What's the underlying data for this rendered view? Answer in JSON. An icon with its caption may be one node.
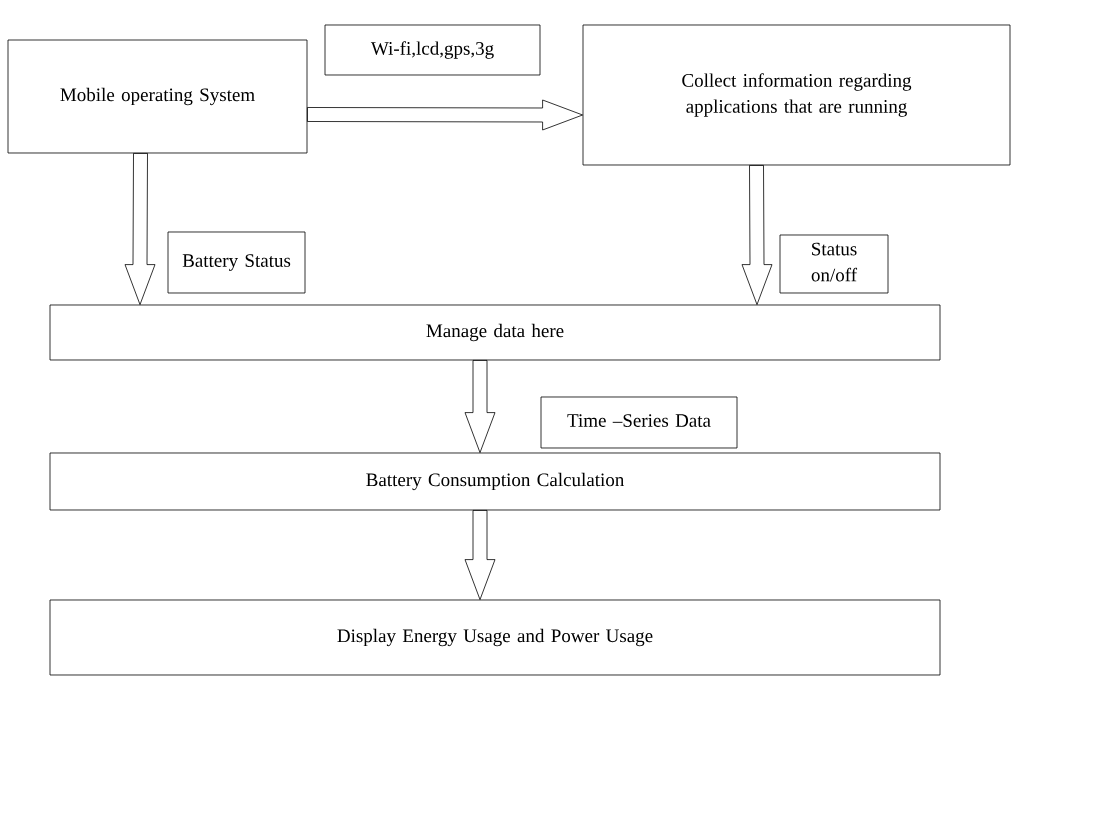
{
  "diagram": {
    "nodes": [
      {
        "text": [
          "Mobile operating System"
        ]
      },
      {
        "text": [
          "Wi-fi,lcd,gps,3g"
        ]
      },
      {
        "text": [
          "Collect information regarding applications that are running"
        ]
      },
      {
        "text": [
          "Battery Status"
        ]
      },
      {
        "text": [
          "Status on/off"
        ]
      },
      {
        "text": [
          "Manage data here"
        ]
      },
      {
        "text": [
          "Time –Series Data"
        ]
      },
      {
        "text": [
          "Battery Consumption Calculation"
        ]
      },
      {
        "text": [
          "Display Energy Usage and Power Usage"
        ]
      }
    ],
    "edges": [
      {
        "from": 0,
        "to": 2,
        "arrow": "to"
      },
      {
        "from": 0,
        "to": 5,
        "arrow": "to"
      },
      {
        "from": 2,
        "to": 5,
        "arrow": "to"
      },
      {
        "from": 5,
        "to": 7,
        "arrow": "to"
      },
      {
        "from": 7,
        "to": 8,
        "arrow": "to"
      }
    ]
  }
}
